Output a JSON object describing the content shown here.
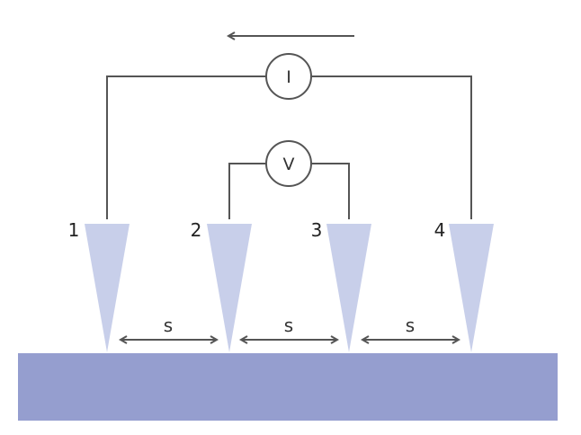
{
  "colors": {
    "substrate": "#959ecf",
    "probe": "#c8cfea",
    "wire": "#555555",
    "arrow": "#555555"
  },
  "meters": {
    "current": "I",
    "voltage": "V"
  },
  "probes": [
    {
      "label": "1"
    },
    {
      "label": "2"
    },
    {
      "label": "3"
    },
    {
      "label": "4"
    }
  ],
  "spacings": [
    "s",
    "s",
    "s"
  ],
  "icons": {
    "current_direction": "arrow-left-icon",
    "spacing": "double-arrow-icon"
  }
}
